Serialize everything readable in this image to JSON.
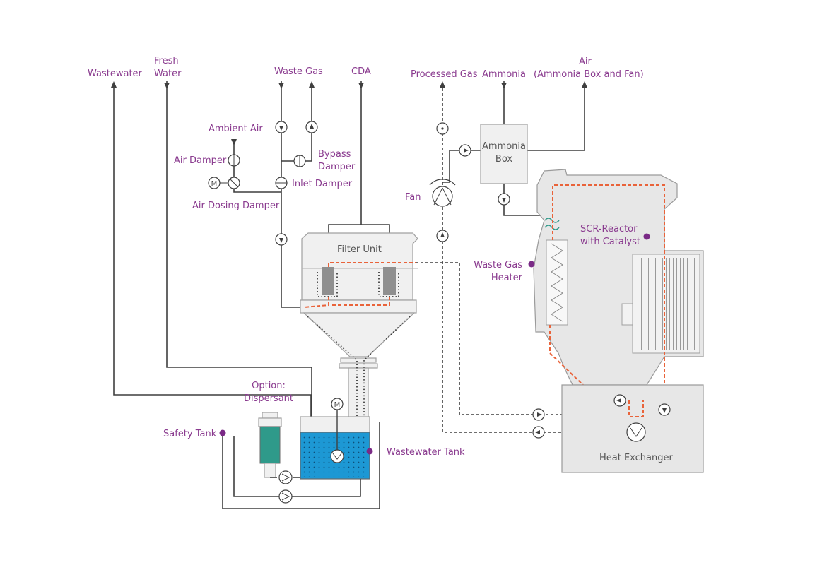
{
  "labels": {
    "wastewater": "Wastewater",
    "fresh_water_1": "Fresh",
    "fresh_water_2": "Water",
    "waste_gas": "Waste Gas",
    "cda": "CDA",
    "processed_gas": "Processed Gas",
    "ammonia": "Ammonia",
    "air_1": "Air",
    "air_2": "(Ammonia Box and Fan)",
    "ambient_air": "Ambient Air",
    "air_damper": "Air Damper",
    "bypass_damper_1": "Bypass",
    "bypass_damper_2": "Damper",
    "inlet_damper": "Inlet Damper",
    "air_dosing_damper": "Air Dosing Damper",
    "ammonia_box_1": "Ammonia",
    "ammonia_box_2": "Box",
    "fan": "Fan",
    "filter_unit": "Filter Unit",
    "scr_reactor_1": "SCR-Reactor",
    "scr_reactor_2": "with Catalyst",
    "waste_gas_heater_1": "Waste Gas",
    "waste_gas_heater_2": "Heater",
    "option_1": "Option:",
    "option_2": "Dispersant",
    "safety_tank": "Safety Tank",
    "wastewater_tank": "Wastewater Tank",
    "heat_exchanger": "Heat Exchanger",
    "motor_symbol": "M"
  },
  "colors": {
    "label": "#8a3b8f",
    "pipe": "#3f3f3f",
    "hot_gas": "#e9633a",
    "water": "#1d98d4",
    "dispersant": "#2f9a8a",
    "marker": "#7a2a86"
  }
}
